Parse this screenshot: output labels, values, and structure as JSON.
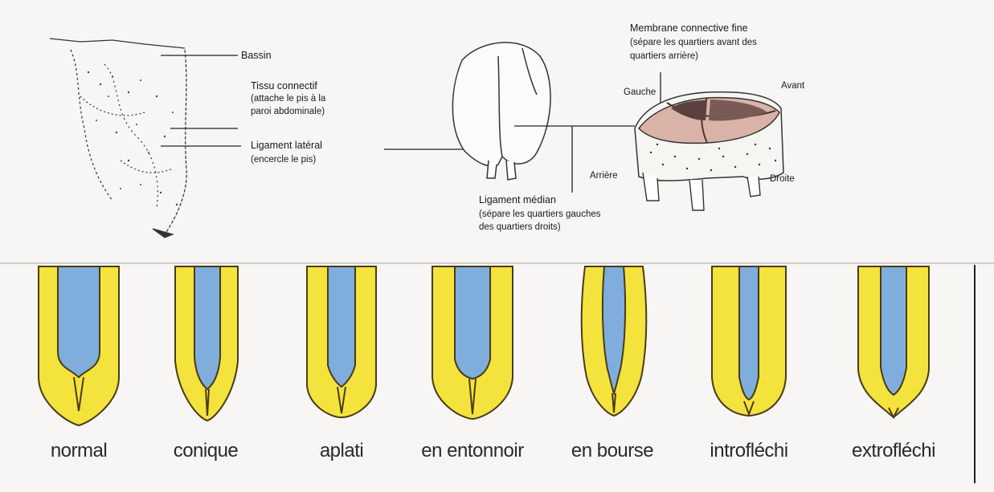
{
  "udder_diagram": {
    "left_labels": {
      "bassin": "Bassin",
      "tissu_title": "Tissu connectif",
      "tissu_sub1": "(attache le pis à la",
      "tissu_sub2": "paroi abdominale)",
      "ligament_lateral": "Ligament latéral",
      "ligament_lateral_sub": "(encercle le pis)"
    },
    "median": {
      "title": "Ligament médian",
      "sub1": "(sépare les quartiers gauches",
      "sub2": "des quartiers droits)"
    },
    "membrane": {
      "title": "Membrane connective fine",
      "sub1": "(sépare les quartiers avant des",
      "sub2": "quartiers arrière)"
    },
    "orientation": {
      "gauche": "Gauche",
      "avant": "Avant",
      "arriere": "Arrière",
      "droite": "Droite"
    }
  },
  "teat_shapes": [
    {
      "label": "normal"
    },
    {
      "label": "conique"
    },
    {
      "label": "aplati"
    },
    {
      "label": "en entonnoir"
    },
    {
      "label": "en bourse"
    },
    {
      "label": "introfléchi"
    },
    {
      "label": "extrofléchi"
    }
  ],
  "colors": {
    "teat_wall": "#f3e33c",
    "teat_canal": "#7faedc",
    "outline": "#4a3a1a",
    "quarter_pink": "#d9b3a8",
    "quarter_dark": "#5a4040"
  }
}
